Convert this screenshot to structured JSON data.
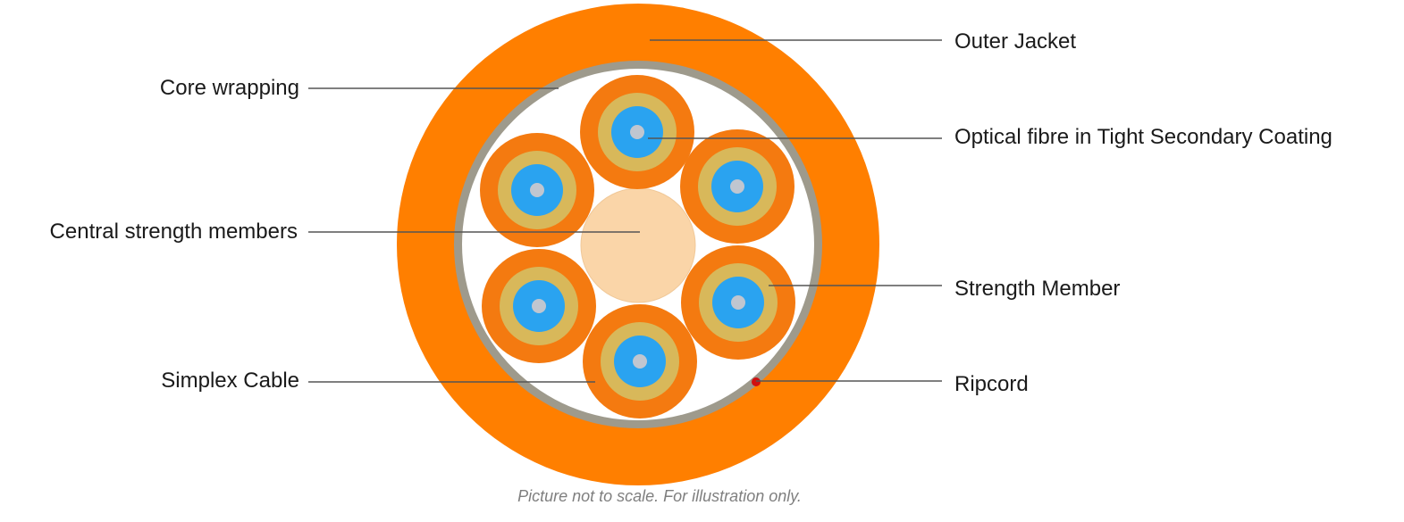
{
  "labels": {
    "outer_jacket": "Outer Jacket",
    "core_wrapping": "Core wrapping",
    "optical_fibre": "Optical fibre in Tight Secondary Coating",
    "central_strength": "Central strength members",
    "strength_member": "Strength Member",
    "simplex_cable": "Simplex Cable",
    "ripcord": "Ripcord"
  },
  "caption": "Picture not to scale. For illustration only.",
  "colors": {
    "jacket": "#ff7f00",
    "core_wrapping": "#9e9a8c",
    "core_fill": "#ffffff",
    "simplex_jacket": "#f47a10",
    "aramid": "#d8b85a",
    "fibre_coating": "#2aa3f0",
    "fibre_core": "#c0c6d0",
    "central_member": "#fad5a8",
    "ripcord": "#d01010",
    "leader": "#555555"
  }
}
